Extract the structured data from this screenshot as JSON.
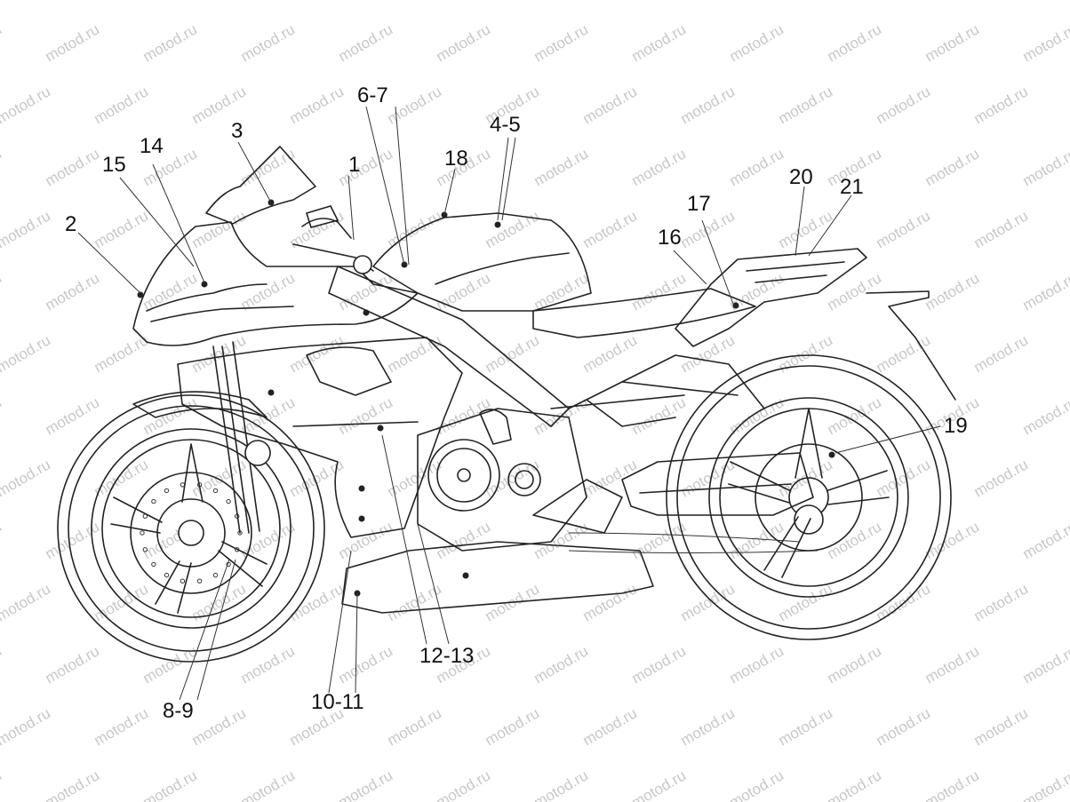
{
  "watermark": "motod.ru",
  "callouts": [
    {
      "id": "c1",
      "text": "1"
    },
    {
      "id": "c2",
      "text": "2"
    },
    {
      "id": "c3",
      "text": "3"
    },
    {
      "id": "c4",
      "text": "4-5"
    },
    {
      "id": "c5",
      "text": "6-7"
    },
    {
      "id": "c6",
      "text": "8-9"
    },
    {
      "id": "c7",
      "text": "10-11"
    },
    {
      "id": "c8",
      "text": "12-13"
    },
    {
      "id": "c9",
      "text": "14"
    },
    {
      "id": "c10",
      "text": "15"
    },
    {
      "id": "c11",
      "text": "16"
    },
    {
      "id": "c12",
      "text": "17"
    },
    {
      "id": "c13",
      "text": "18"
    },
    {
      "id": "c14",
      "text": "19"
    },
    {
      "id": "c15",
      "text": "20"
    },
    {
      "id": "c16",
      "text": "21"
    }
  ]
}
